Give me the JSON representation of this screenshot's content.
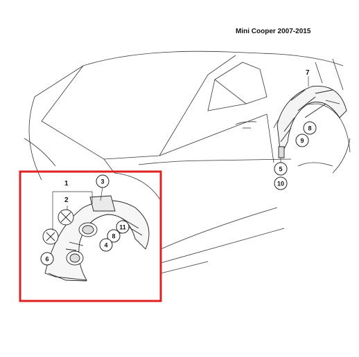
{
  "title": "Mini Cooper 2007-2015",
  "highlight_color": "#e02020",
  "callouts": {
    "c1": "1",
    "c2": "2",
    "c3": "3",
    "c4": "4",
    "c5": "5",
    "c6": "6",
    "c7": "7",
    "c8a": "8",
    "c8b": "8",
    "c9": "9",
    "c10": "10",
    "c11": "11"
  }
}
